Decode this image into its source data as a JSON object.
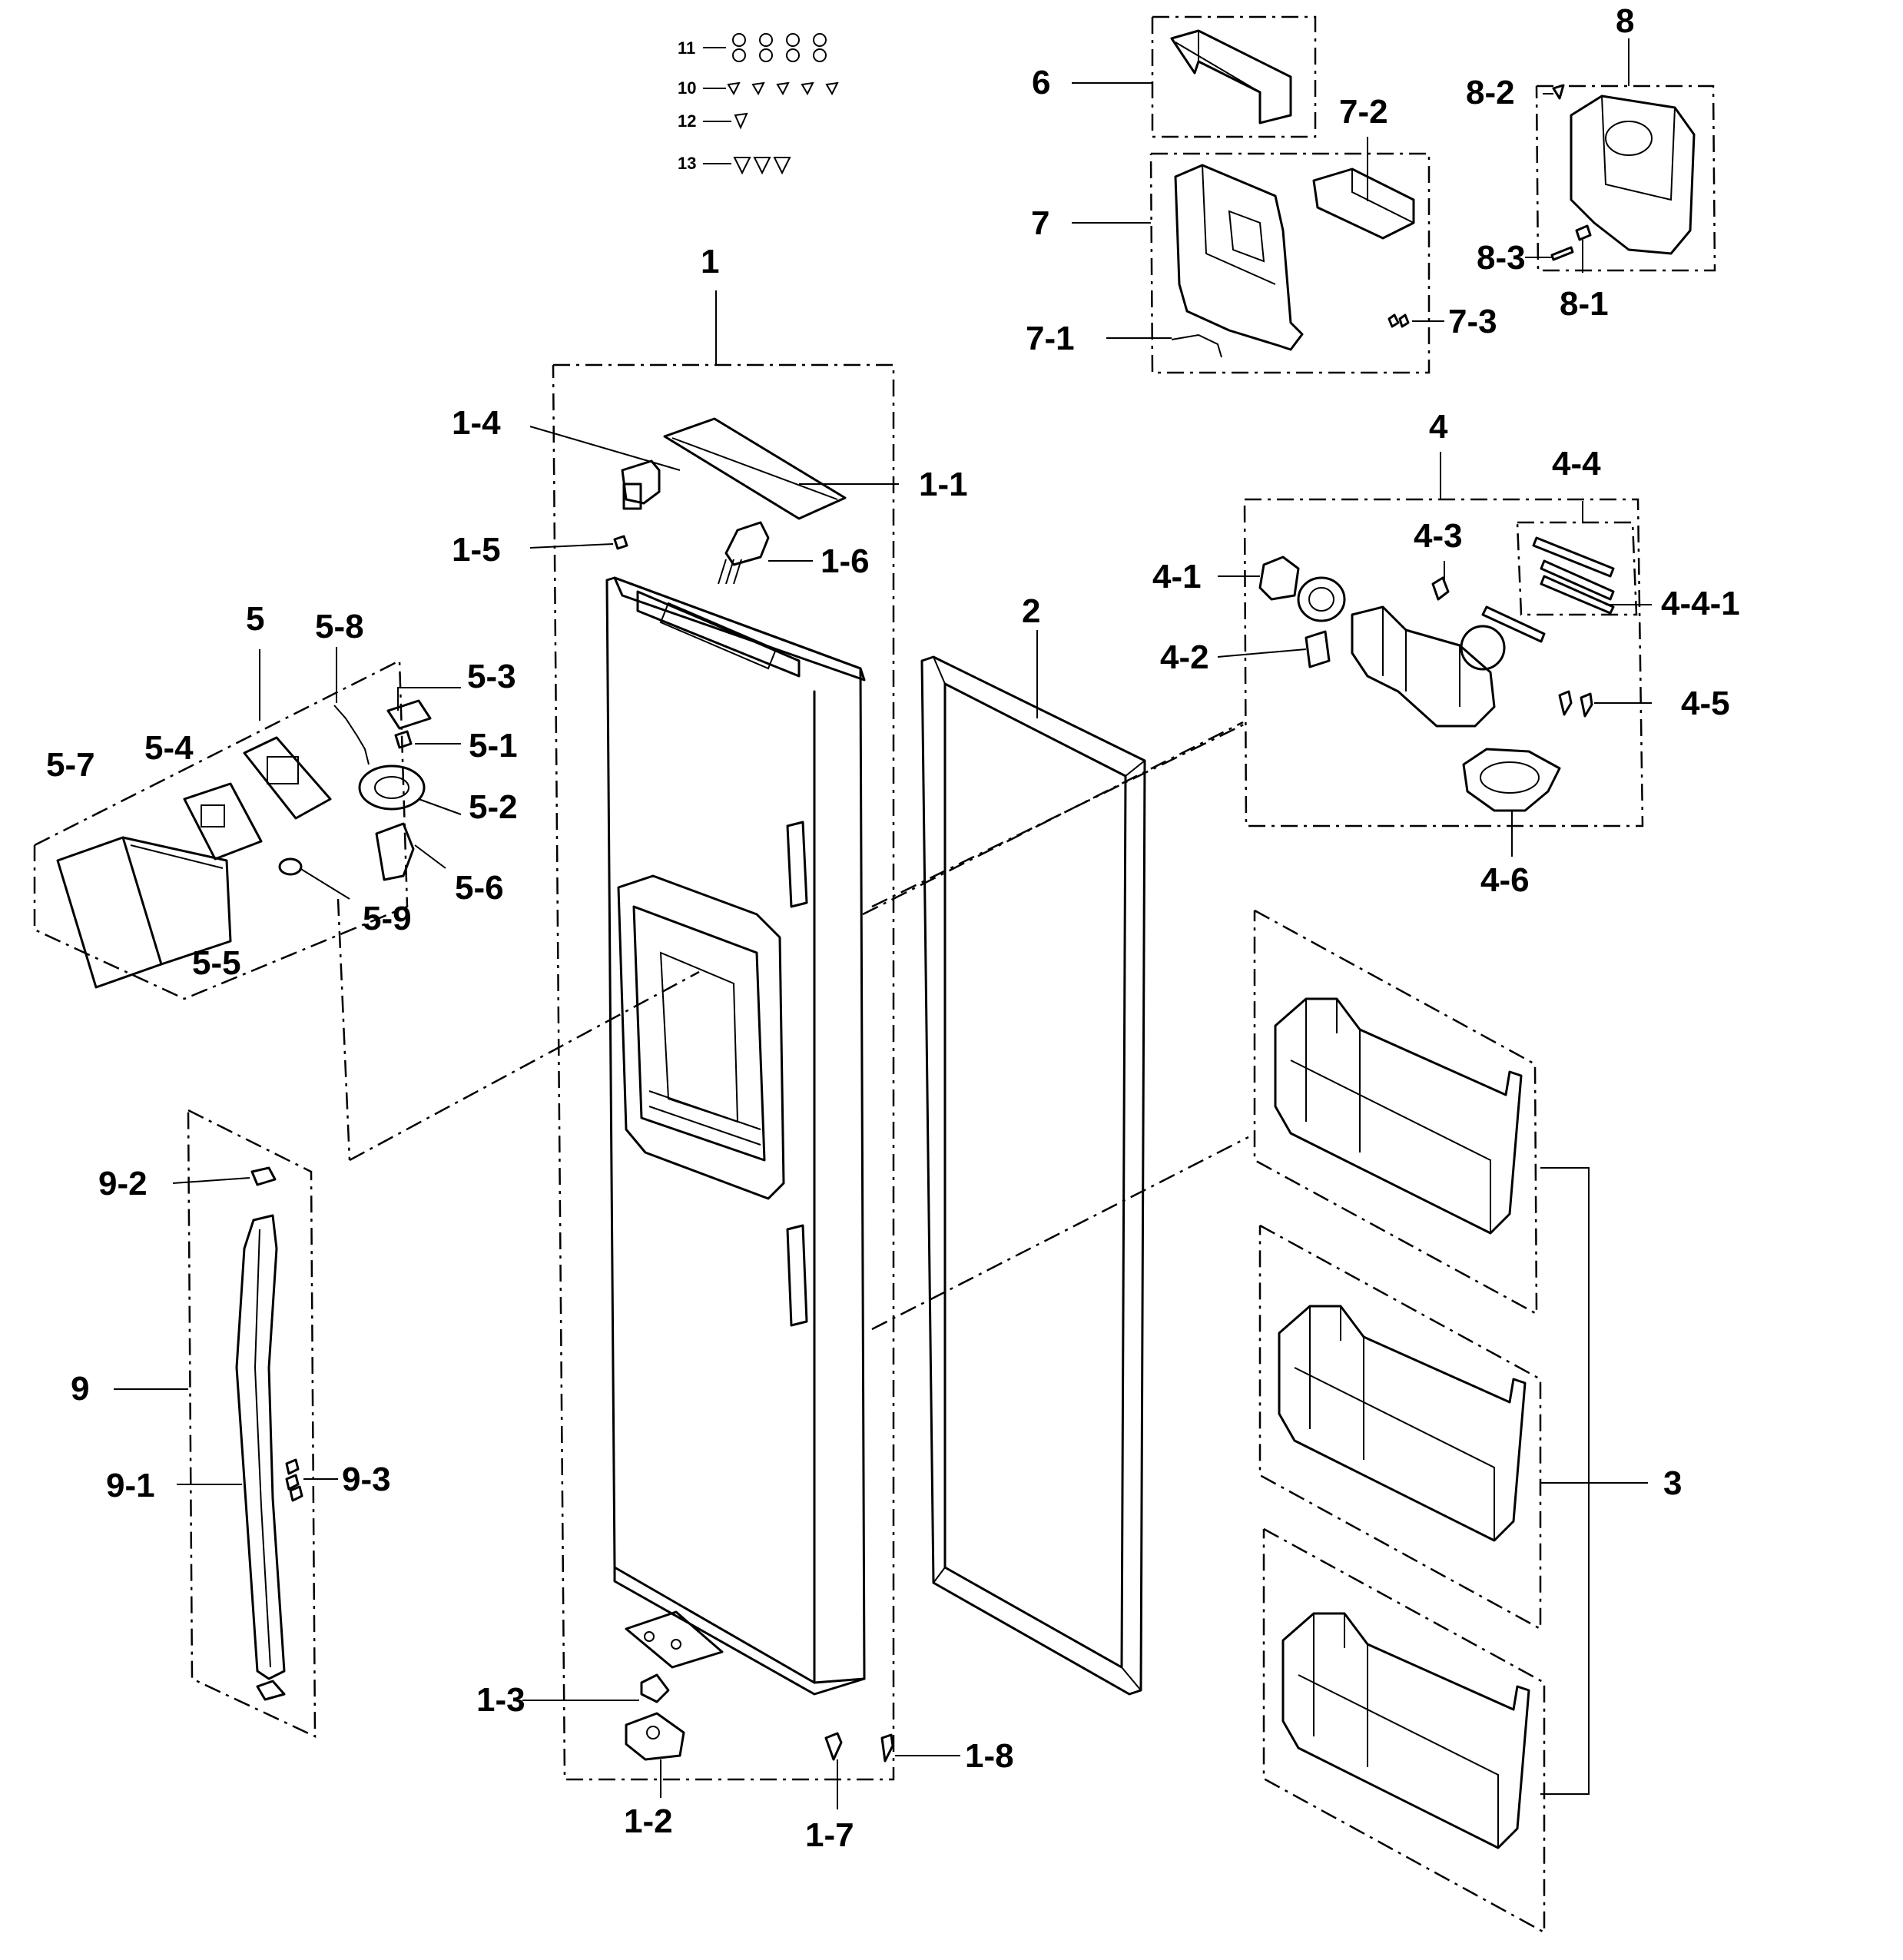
{
  "labels": {
    "l1": "1",
    "l1_1": "1-1",
    "l1_2": "1-2",
    "l1_3": "1-3",
    "l1_4": "1-4",
    "l1_5": "1-5",
    "l1_6": "1-6",
    "l1_7": "1-7",
    "l1_8": "1-8",
    "l2": "2",
    "l3": "3",
    "l4": "4",
    "l4_1": "4-1",
    "l4_2": "4-2",
    "l4_3": "4-3",
    "l4_4": "4-4",
    "l4_4_1": "4-4-1",
    "l4_5": "4-5",
    "l4_6": "4-6",
    "l5": "5",
    "l5_1": "5-1",
    "l5_2": "5-2",
    "l5_3": "5-3",
    "l5_4": "5-4",
    "l5_5": "5-5",
    "l5_6": "5-6",
    "l5_7": "5-7",
    "l5_8": "5-8",
    "l5_9": "5-9",
    "l6": "6",
    "l7": "7",
    "l7_1": "7-1",
    "l7_2": "7-2",
    "l7_3": "7-3",
    "l8": "8",
    "l8_1": "8-1",
    "l8_2": "8-2",
    "l8_3": "8-3",
    "l9": "9",
    "l9_1": "9-1",
    "l9_2": "9-2",
    "l9_3": "9-3",
    "l10": "10",
    "l11": "11",
    "l12": "12",
    "l13": "13"
  }
}
